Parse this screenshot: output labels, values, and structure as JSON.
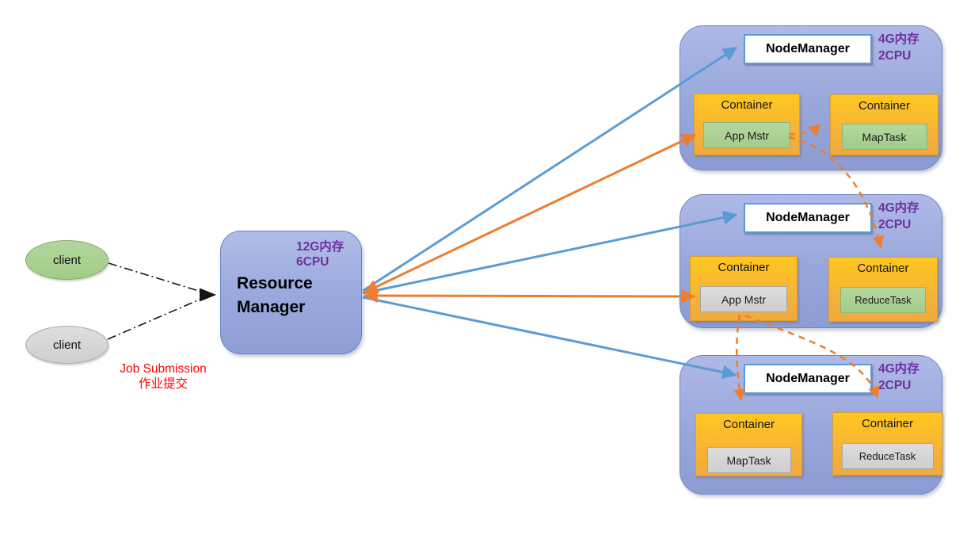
{
  "clients": [
    {
      "label": "client"
    },
    {
      "label": "client"
    }
  ],
  "job_submission": {
    "line1": "Job Submission",
    "line2": "作业提交"
  },
  "resource_manager": {
    "specs_line1": "12G内存",
    "specs_line2": "6CPU",
    "name_line1": "Resource",
    "name_line2": "Manager"
  },
  "nodes": [
    {
      "nm_label": "NodeManager",
      "specs_line1": "4G内存",
      "specs_line2": "2CPU",
      "containers": [
        {
          "label": "Container",
          "task": "App Mstr",
          "variant": "green"
        },
        {
          "label": "Container",
          "task": "MapTask",
          "variant": "green"
        }
      ]
    },
    {
      "nm_label": "NodeManager",
      "specs_line1": "4G内存",
      "specs_line2": "2CPU",
      "containers": [
        {
          "label": "Container",
          "task": "App Mstr",
          "variant": "gray"
        },
        {
          "label": "Container",
          "task": "ReduceTask",
          "variant": "green"
        }
      ]
    },
    {
      "nm_label": "NodeManager",
      "specs_line1": "4G内存",
      "specs_line2": "2CPU",
      "containers": [
        {
          "label": "Container",
          "task": "MapTask",
          "variant": "gray"
        },
        {
          "label": "Container",
          "task": "ReduceTask",
          "variant": "gray"
        }
      ]
    }
  ],
  "colors": {
    "node_fill": "#98A7DB",
    "node_border": "#7385C8",
    "container_fill": "#FFC021",
    "task_green": "#A9D18E",
    "task_gray": "#D9D9D9",
    "nm_border_blue": "#5B9BD5",
    "arrow_blue": "#5B9BD5",
    "arrow_orange": "#ED7D31",
    "spec_text_purple": "#7030A0",
    "annotation_red": "#FF0000",
    "client_arrow_black": "#111111"
  }
}
